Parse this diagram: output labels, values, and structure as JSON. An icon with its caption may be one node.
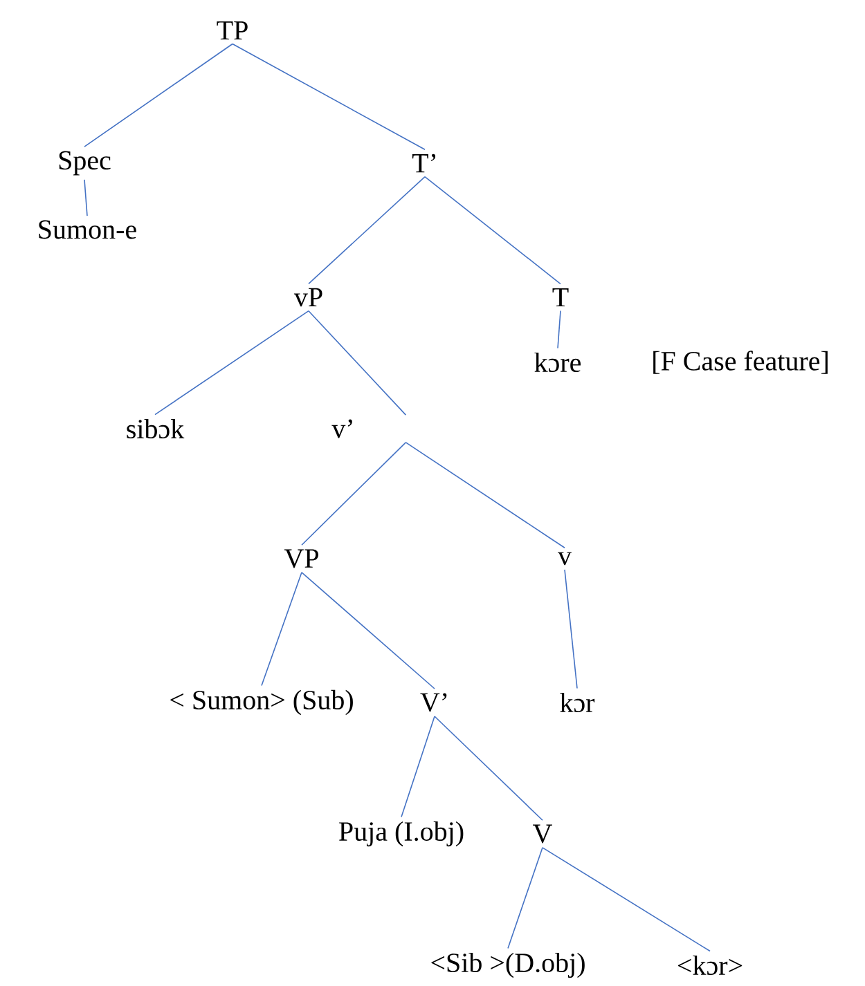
{
  "diagram": {
    "nodes": [
      {
        "text": [
          "TP"
        ]
      },
      {
        "text": [
          "Spec"
        ]
      },
      {
        "text": [
          "T’"
        ]
      },
      {
        "text": [
          "Sumon-e"
        ]
      },
      {
        "text": [
          "vP"
        ]
      },
      {
        "text": [
          "T"
        ]
      },
      {
        "text": [
          "kɔre"
        ],
        "beside": [
          "[F Case feature]"
        ]
      },
      {
        "text": [
          "sibɔk"
        ]
      },
      {
        "text": [
          "v’"
        ]
      },
      {
        "text": [
          "VP"
        ]
      },
      {
        "text": [
          "v"
        ]
      },
      {
        "text": [
          "< Sumon> (Sub)"
        ]
      },
      {
        "text": [
          "V’"
        ]
      },
      {
        "text": [
          "kɔr"
        ]
      },
      {
        "text": [
          "Puja (I.obj)"
        ]
      },
      {
        "text": [
          "V"
        ]
      },
      {
        "text": [
          "<Sib >(D.obj)"
        ]
      },
      {
        "text": [
          "<kɔr>"
        ]
      }
    ],
    "edges": [
      {
        "from": 0,
        "to": 1,
        "arrow": "none"
      },
      {
        "from": 0,
        "to": 2,
        "arrow": "none"
      },
      {
        "from": 1,
        "to": 3,
        "arrow": "none"
      },
      {
        "from": 2,
        "to": 4,
        "arrow": "none"
      },
      {
        "from": 2,
        "to": 5,
        "arrow": "none"
      },
      {
        "from": 5,
        "to": 6,
        "arrow": "none"
      },
      {
        "from": 4,
        "to": 7,
        "arrow": "none"
      },
      {
        "from": 4,
        "to": 8,
        "arrow": "none"
      },
      {
        "from": 8,
        "to": 9,
        "arrow": "none"
      },
      {
        "from": 8,
        "to": 10,
        "arrow": "none"
      },
      {
        "from": 9,
        "to": 11,
        "arrow": "none"
      },
      {
        "from": 9,
        "to": 12,
        "arrow": "none"
      },
      {
        "from": 10,
        "to": 13,
        "arrow": "none"
      },
      {
        "from": 12,
        "to": 14,
        "arrow": "none"
      },
      {
        "from": 12,
        "to": 15,
        "arrow": "none"
      },
      {
        "from": 15,
        "to": 16,
        "arrow": "none"
      },
      {
        "from": 15,
        "to": 17,
        "arrow": "none"
      }
    ]
  }
}
